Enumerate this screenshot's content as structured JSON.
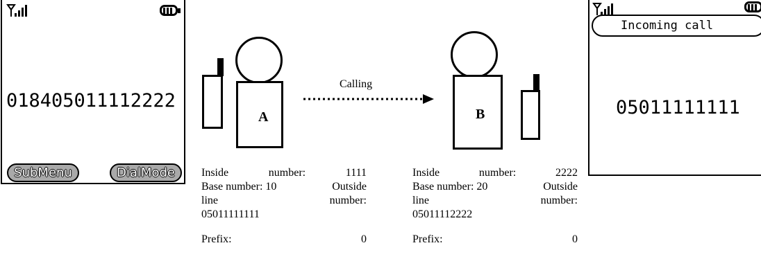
{
  "left_phone": {
    "signal_icon": "signal-strength-icon",
    "battery_icon": "battery-full-icon",
    "dialed_number": "018405011112222",
    "softkey_left": "SubMenu",
    "softkey_right": "DialMode"
  },
  "diagram": {
    "caller": {
      "label": "A",
      "info_line1_left": "Inside",
      "info_line1_mid": "number:",
      "info_line1_right": "1111",
      "info_line2_left": "Base number: 10",
      "info_line2_right": "Outside",
      "info_line3_left": "line",
      "info_line3_right": "number:",
      "info_line4": "05011111111",
      "prefix_label": "Prefix:",
      "prefix_value": "0"
    },
    "arrow_label": "Calling",
    "callee": {
      "label": "B",
      "info_line1_left": "Inside",
      "info_line1_mid": "number:",
      "info_line1_right": "2222",
      "info_line2_left": "Base number: 20",
      "info_line2_right": "Outside",
      "info_line3_left": "line",
      "info_line3_right": "number:",
      "info_line4": "05011112222",
      "prefix_label": "Prefix:",
      "prefix_value": "0"
    }
  },
  "right_phone": {
    "signal_icon": "signal-strength-icon",
    "battery_icon": "battery-full-icon",
    "banner_text": "Incoming call",
    "caller_number": "05011111111"
  }
}
